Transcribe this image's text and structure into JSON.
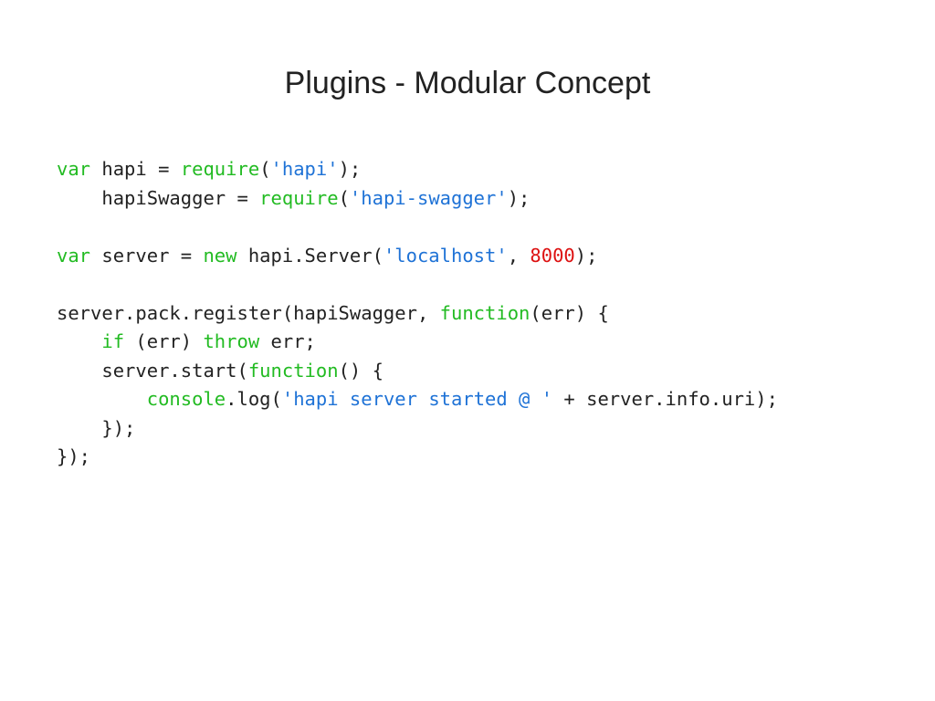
{
  "slide": {
    "title": "Plugins - Modular Concept"
  },
  "colors": {
    "background": "#ffffff",
    "text": "#222222",
    "keyword": "#22bb22",
    "string": "#1e72d6",
    "number": "#dd1111"
  },
  "code": {
    "language": "javascript",
    "lines": [
      [
        {
          "t": "var",
          "k": "keyword"
        },
        {
          "t": " hapi = ",
          "k": "plain"
        },
        {
          "t": "require",
          "k": "keyword"
        },
        {
          "t": "(",
          "k": "plain"
        },
        {
          "t": "'hapi'",
          "k": "string"
        },
        {
          "t": ");",
          "k": "plain"
        }
      ],
      [
        {
          "t": "    hapiSwagger = ",
          "k": "plain"
        },
        {
          "t": "require",
          "k": "keyword"
        },
        {
          "t": "(",
          "k": "plain"
        },
        {
          "t": "'hapi-swagger'",
          "k": "string"
        },
        {
          "t": ");",
          "k": "plain"
        }
      ],
      [],
      [
        {
          "t": "var",
          "k": "keyword"
        },
        {
          "t": " server = ",
          "k": "plain"
        },
        {
          "t": "new",
          "k": "keyword"
        },
        {
          "t": " hapi.Server(",
          "k": "plain"
        },
        {
          "t": "'localhost'",
          "k": "string"
        },
        {
          "t": ", ",
          "k": "plain"
        },
        {
          "t": "8000",
          "k": "number"
        },
        {
          "t": ");",
          "k": "plain"
        }
      ],
      [],
      [
        {
          "t": "server.pack.register(hapiSwagger, ",
          "k": "plain"
        },
        {
          "t": "function",
          "k": "keyword"
        },
        {
          "t": "(err) {",
          "k": "plain"
        }
      ],
      [
        {
          "t": "    ",
          "k": "plain"
        },
        {
          "t": "if",
          "k": "keyword"
        },
        {
          "t": " (err) ",
          "k": "plain"
        },
        {
          "t": "throw",
          "k": "keyword"
        },
        {
          "t": " err;",
          "k": "plain"
        }
      ],
      [
        {
          "t": "    server.start(",
          "k": "plain"
        },
        {
          "t": "function",
          "k": "keyword"
        },
        {
          "t": "() {",
          "k": "plain"
        }
      ],
      [
        {
          "t": "        ",
          "k": "plain"
        },
        {
          "t": "console",
          "k": "keyword"
        },
        {
          "t": ".log(",
          "k": "plain"
        },
        {
          "t": "'hapi server started @ '",
          "k": "string"
        },
        {
          "t": " + server.info.uri);",
          "k": "plain"
        }
      ],
      [
        {
          "t": "    });",
          "k": "plain"
        }
      ],
      [
        {
          "t": "});",
          "k": "plain"
        }
      ]
    ]
  }
}
